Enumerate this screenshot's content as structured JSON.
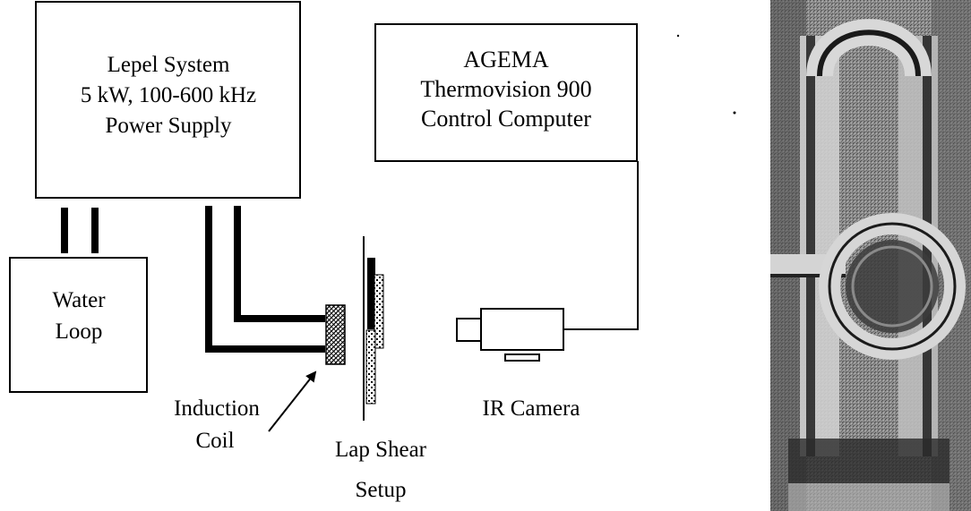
{
  "power_supply": {
    "lines": [
      "Lepel  System",
      "5 kW, 100-600 kHz",
      "Power Supply"
    ]
  },
  "control_computer": {
    "lines": [
      "AGEMA",
      "Thermovision 900",
      "Control Computer"
    ]
  },
  "water_loop": {
    "lines": [
      "Water",
      "Loop"
    ]
  },
  "induction_coil": {
    "lines": [
      "Induction",
      "Coil"
    ]
  },
  "lap_shear": {
    "lines": [
      "Lap Shear",
      "Setup"
    ]
  },
  "ir_camera": {
    "label": "IR Camera"
  },
  "photo": {
    "description_icon": "coil-photo"
  }
}
